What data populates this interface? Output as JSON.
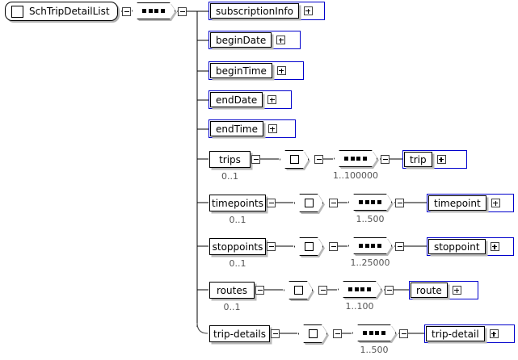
{
  "diagram": {
    "type": "xml-schema-tree",
    "title": "SchTripDetailList",
    "root": {
      "label": "SchTripDetailList",
      "icon": "element-square-icon",
      "toggle": "collapse-icon"
    },
    "root_compositor": {
      "kind": "sequence",
      "icon": "sequence-icon",
      "toggle": "collapse-icon"
    },
    "children": [
      {
        "label": "subscriptionInfo",
        "style": "blue",
        "toggle": "expand-icon",
        "cardinality": "",
        "compositor_choice": null,
        "compositor_sequence": null,
        "leaf": null
      },
      {
        "label": "beginDate",
        "style": "blue",
        "toggle": "expand-icon",
        "cardinality": "",
        "compositor_choice": null,
        "compositor_sequence": null,
        "leaf": null
      },
      {
        "label": "beginTime",
        "style": "blue",
        "toggle": "expand-icon",
        "cardinality": "",
        "compositor_choice": null,
        "compositor_sequence": null,
        "leaf": null
      },
      {
        "label": "endDate",
        "style": "blue",
        "toggle": "expand-icon",
        "cardinality": "",
        "compositor_choice": null,
        "compositor_sequence": null,
        "leaf": null
      },
      {
        "label": "endTime",
        "style": "blue",
        "toggle": "expand-icon",
        "cardinality": "",
        "compositor_choice": null,
        "compositor_sequence": null,
        "leaf": null
      },
      {
        "label": "trips",
        "style": "plain",
        "toggle": "collapse-icon",
        "cardinality": "0..1",
        "compositor_choice": {
          "kind": "choice",
          "icon": "choice-icon",
          "toggle": "collapse-icon"
        },
        "compositor_sequence": {
          "kind": "sequence",
          "icon": "sequence-icon",
          "toggle": "collapse-icon",
          "cardinality": "1..100000"
        },
        "leaf": {
          "label": "trip",
          "toggle": "expand-icon"
        }
      },
      {
        "label": "timepoints",
        "style": "plain",
        "toggle": "collapse-icon",
        "cardinality": "0..1",
        "compositor_choice": {
          "kind": "choice",
          "icon": "choice-icon",
          "toggle": "collapse-icon"
        },
        "compositor_sequence": {
          "kind": "sequence",
          "icon": "sequence-icon",
          "toggle": "collapse-icon",
          "cardinality": "1..500"
        },
        "leaf": {
          "label": "timepoint",
          "toggle": "expand-icon"
        }
      },
      {
        "label": "stoppoints",
        "style": "plain",
        "toggle": "collapse-icon",
        "cardinality": "0..1",
        "compositor_choice": {
          "kind": "choice",
          "icon": "choice-icon",
          "toggle": "collapse-icon"
        },
        "compositor_sequence": {
          "kind": "sequence",
          "icon": "sequence-icon",
          "toggle": "collapse-icon",
          "cardinality": "1..25000"
        },
        "leaf": {
          "label": "stoppoint",
          "toggle": "expand-icon"
        }
      },
      {
        "label": "routes",
        "style": "plain",
        "toggle": "collapse-icon",
        "cardinality": "0..1",
        "compositor_choice": {
          "kind": "choice",
          "icon": "choice-icon",
          "toggle": "collapse-icon"
        },
        "compositor_sequence": {
          "kind": "sequence",
          "icon": "sequence-icon",
          "toggle": "collapse-icon",
          "cardinality": "1..100"
        },
        "leaf": {
          "label": "route",
          "toggle": "expand-icon"
        }
      },
      {
        "label": "trip-details",
        "style": "plain",
        "toggle": "collapse-icon",
        "cardinality": "",
        "compositor_choice": {
          "kind": "choice",
          "icon": "choice-icon",
          "toggle": "collapse-icon"
        },
        "compositor_sequence": {
          "kind": "sequence",
          "icon": "sequence-icon",
          "toggle": "collapse-icon",
          "cardinality": "1..500"
        },
        "leaf": {
          "label": "trip-detail",
          "toggle": "expand-icon"
        }
      }
    ],
    "colors": {
      "element_border": "#0000cc",
      "line": "#000000",
      "shadow": "#b8b8b8",
      "cardinality_text": "#555555",
      "background": "#ffffff"
    }
  }
}
